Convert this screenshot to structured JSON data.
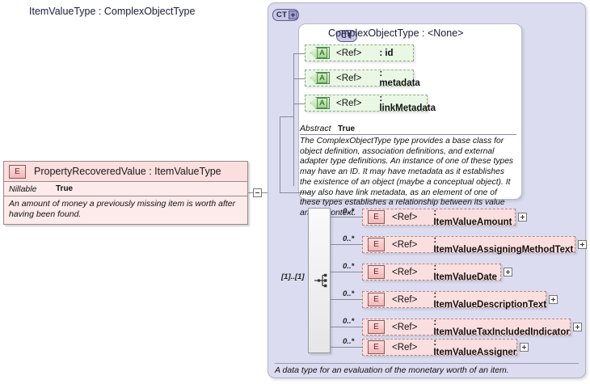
{
  "left_element": {
    "badge": "E",
    "title": "PropertyRecoveredValue : ItemValueType",
    "property_key": "Nillable",
    "property_value": "True",
    "documentation": "An amount of money a previously missing item is worth after having been found."
  },
  "complex_type_panel": {
    "badge": "CT",
    "title": "ItemValueType : ComplexObjectType",
    "footer": "A data type for an evaluation of the monetary worth of an item.",
    "inner": {
      "badge": "CT",
      "title": "ComplexObjectType : <None>",
      "attributes": [
        {
          "badge": "A",
          "ref": "<Ref>",
          "name": ": id"
        },
        {
          "badge": "A",
          "ref": "<Ref>",
          "name": ": metadata"
        },
        {
          "badge": "A",
          "ref": "<Ref>",
          "name": ": linkMetadata"
        }
      ],
      "abstract_key": "Abstract",
      "abstract_value": "True",
      "abstract_doc": "The ComplexObjectType type provides a base class for object definition, association definitions, and external adapter type definitions. An instance of one of these types may have an ID. It may have metadata as it establishes the existence of an object (maybe a conceptual object). It may also have link metadata, as an element of one of these types establishes a relationship between its value and its context."
    },
    "sequence": {
      "label": "[1]..[1]",
      "icon": "sequence-icon"
    },
    "elements": [
      {
        "badge": "E",
        "ref": "<Ref>",
        "name": ": ItemValueAmount",
        "cardinality": "0..*",
        "expander": "+"
      },
      {
        "badge": "E",
        "ref": "<Ref>",
        "name": ": ItemValueAssigningMethodText",
        "cardinality": "0..*",
        "expander": "+"
      },
      {
        "badge": "E",
        "ref": "<Ref>",
        "name": ": ItemValueDate",
        "cardinality": "0..*",
        "expander": "+"
      },
      {
        "badge": "E",
        "ref": "<Ref>",
        "name": ": ItemValueDescriptionText",
        "cardinality": "0..*",
        "expander": "+"
      },
      {
        "badge": "E",
        "ref": "<Ref>",
        "name": ": ItemValueTaxIncludedIndicator",
        "cardinality": "0..*",
        "expander": "+"
      },
      {
        "badge": "E",
        "ref": "<Ref>",
        "name": ": ItemValueAssigner",
        "cardinality": "0..*",
        "expander": "+"
      }
    ]
  },
  "colors": {
    "panel_background": "#dcdcf0",
    "element_pink": "#fbdede",
    "attribute_green": "#e9f7e4",
    "connector_line": "#8a8a9c"
  }
}
